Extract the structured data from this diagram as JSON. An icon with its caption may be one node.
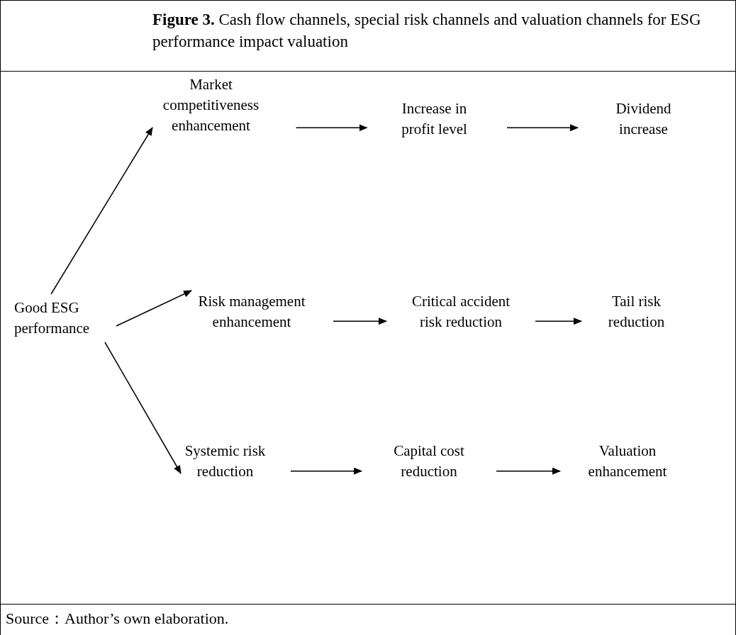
{
  "diagram": {
    "title": "**Figure 3.** Cash flow channels, special risk channels and valuation channels for ESG performance impact valuation",
    "nodes": [
      {
        "text": [
          "Good ESG performance"
        ]
      },
      {
        "text": [
          "Market competitiveness enhancement"
        ]
      },
      {
        "text": [
          "Increase in profit level"
        ]
      },
      {
        "text": [
          "Dividend increase"
        ]
      },
      {
        "text": [
          "Risk management enhancement"
        ]
      },
      {
        "text": [
          "Critical accident risk reduction"
        ]
      },
      {
        "text": [
          "Tail risk reduction"
        ]
      },
      {
        "text": [
          "Systemic risk reduction"
        ]
      },
      {
        "text": [
          "Capital cost reduction"
        ]
      },
      {
        "text": [
          "Valuation enhancement"
        ]
      }
    ],
    "edges": [
      {
        "from": 0,
        "to": 1,
        "arrow": "to"
      },
      {
        "from": 1,
        "to": 2,
        "arrow": "to"
      },
      {
        "from": 2,
        "to": 3,
        "arrow": "to"
      },
      {
        "from": 0,
        "to": 4,
        "arrow": "to"
      },
      {
        "from": 4,
        "to": 5,
        "arrow": "to"
      },
      {
        "from": 5,
        "to": 6,
        "arrow": "to"
      },
      {
        "from": 0,
        "to": 7,
        "arrow": "to"
      },
      {
        "from": 7,
        "to": 8,
        "arrow": "to"
      },
      {
        "from": 8,
        "to": 9,
        "arrow": "to"
      }
    ],
    "caption": "Source：Author’s own elaboration."
  }
}
